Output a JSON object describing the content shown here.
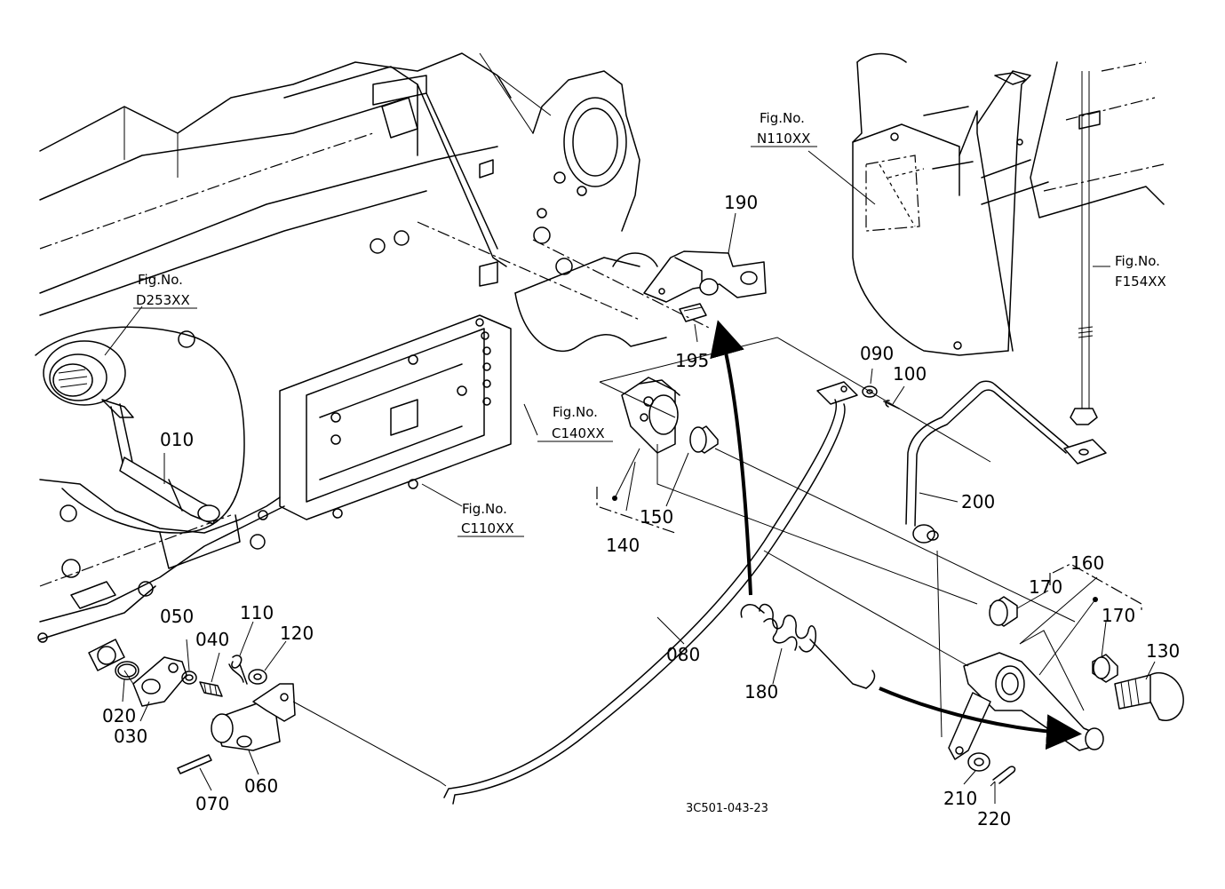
{
  "drawing_code": "3C501-043-23",
  "fig_refs": {
    "prefix": "Fig.No.",
    "d253": "D253XX",
    "c140": "C140XX",
    "c110": "C110XX",
    "n110": "N110XX",
    "f154": "F154XX"
  },
  "parts": {
    "p010": "010",
    "p020": "020",
    "p030": "030",
    "p040": "040",
    "p050": "050",
    "p060": "060",
    "p070": "070",
    "p080": "080",
    "p090": "090",
    "p100": "100",
    "p110": "110",
    "p120": "120",
    "p130": "130",
    "p140": "140",
    "p150": "150",
    "p160": "160",
    "p170a": "170",
    "p170b": "170",
    "p180": "180",
    "p190": "190",
    "p195": "195",
    "p200": "200",
    "p210": "210",
    "p220": "220"
  }
}
